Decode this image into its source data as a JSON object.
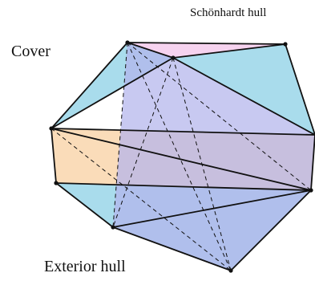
{
  "labels": {
    "schonhardt": "Schönhardt hull",
    "cover": "Cover",
    "exterior": "Exterior hull"
  },
  "colors": {
    "cover_fill": "#a9dcec",
    "schonhardt_fill": "#f6d3ef",
    "band_fill": "#fadcb9",
    "interior_fill": "#b3b4ec",
    "exterior_highlight": "#fbe3cc",
    "outline": "#111111"
  },
  "icons": [
    "polyhedron-figure"
  ]
}
